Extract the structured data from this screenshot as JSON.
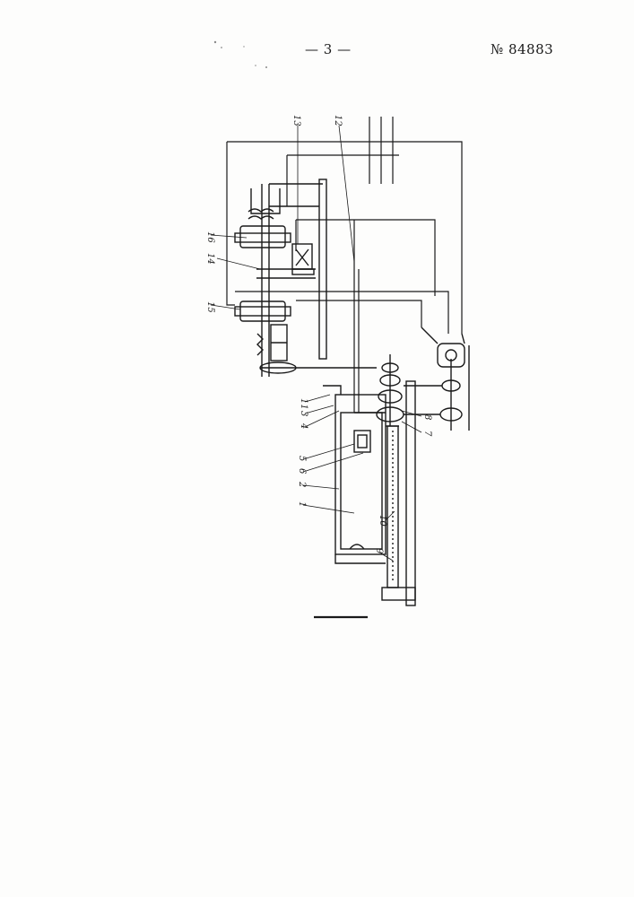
{
  "header": {
    "page_number": "— 3 —",
    "patent_number": "№ 84883"
  },
  "figure": {
    "labels": [
      "1",
      "2",
      "3",
      "4",
      "5",
      "6",
      "7",
      "8",
      "9",
      "10",
      "11",
      "12",
      "13",
      "14",
      "15",
      "16"
    ]
  },
  "colors": {
    "ink": "#1a1a1a",
    "paper": "#fdfdfc"
  }
}
